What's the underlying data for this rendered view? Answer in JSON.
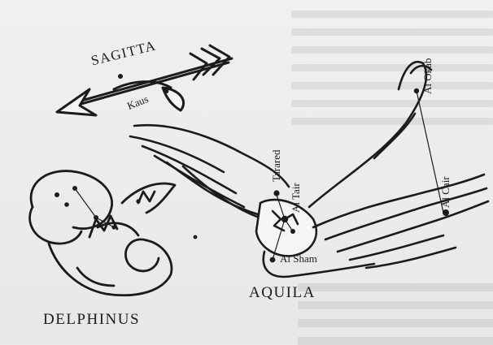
{
  "constellations": {
    "sagitta": "SAGITTA",
    "aquila": "AQUILA",
    "delphinus": "DELPHINUS"
  },
  "stars": {
    "kaus": "Kaus",
    "al_okab": "Al Okab",
    "tarared": "Tarared",
    "al_tair": "Al Tair",
    "al_cair": "Al Cair",
    "al_sham": "Al Sham"
  },
  "colors": {
    "ink": "#1c1b1a",
    "paper": "#ecebea"
  }
}
